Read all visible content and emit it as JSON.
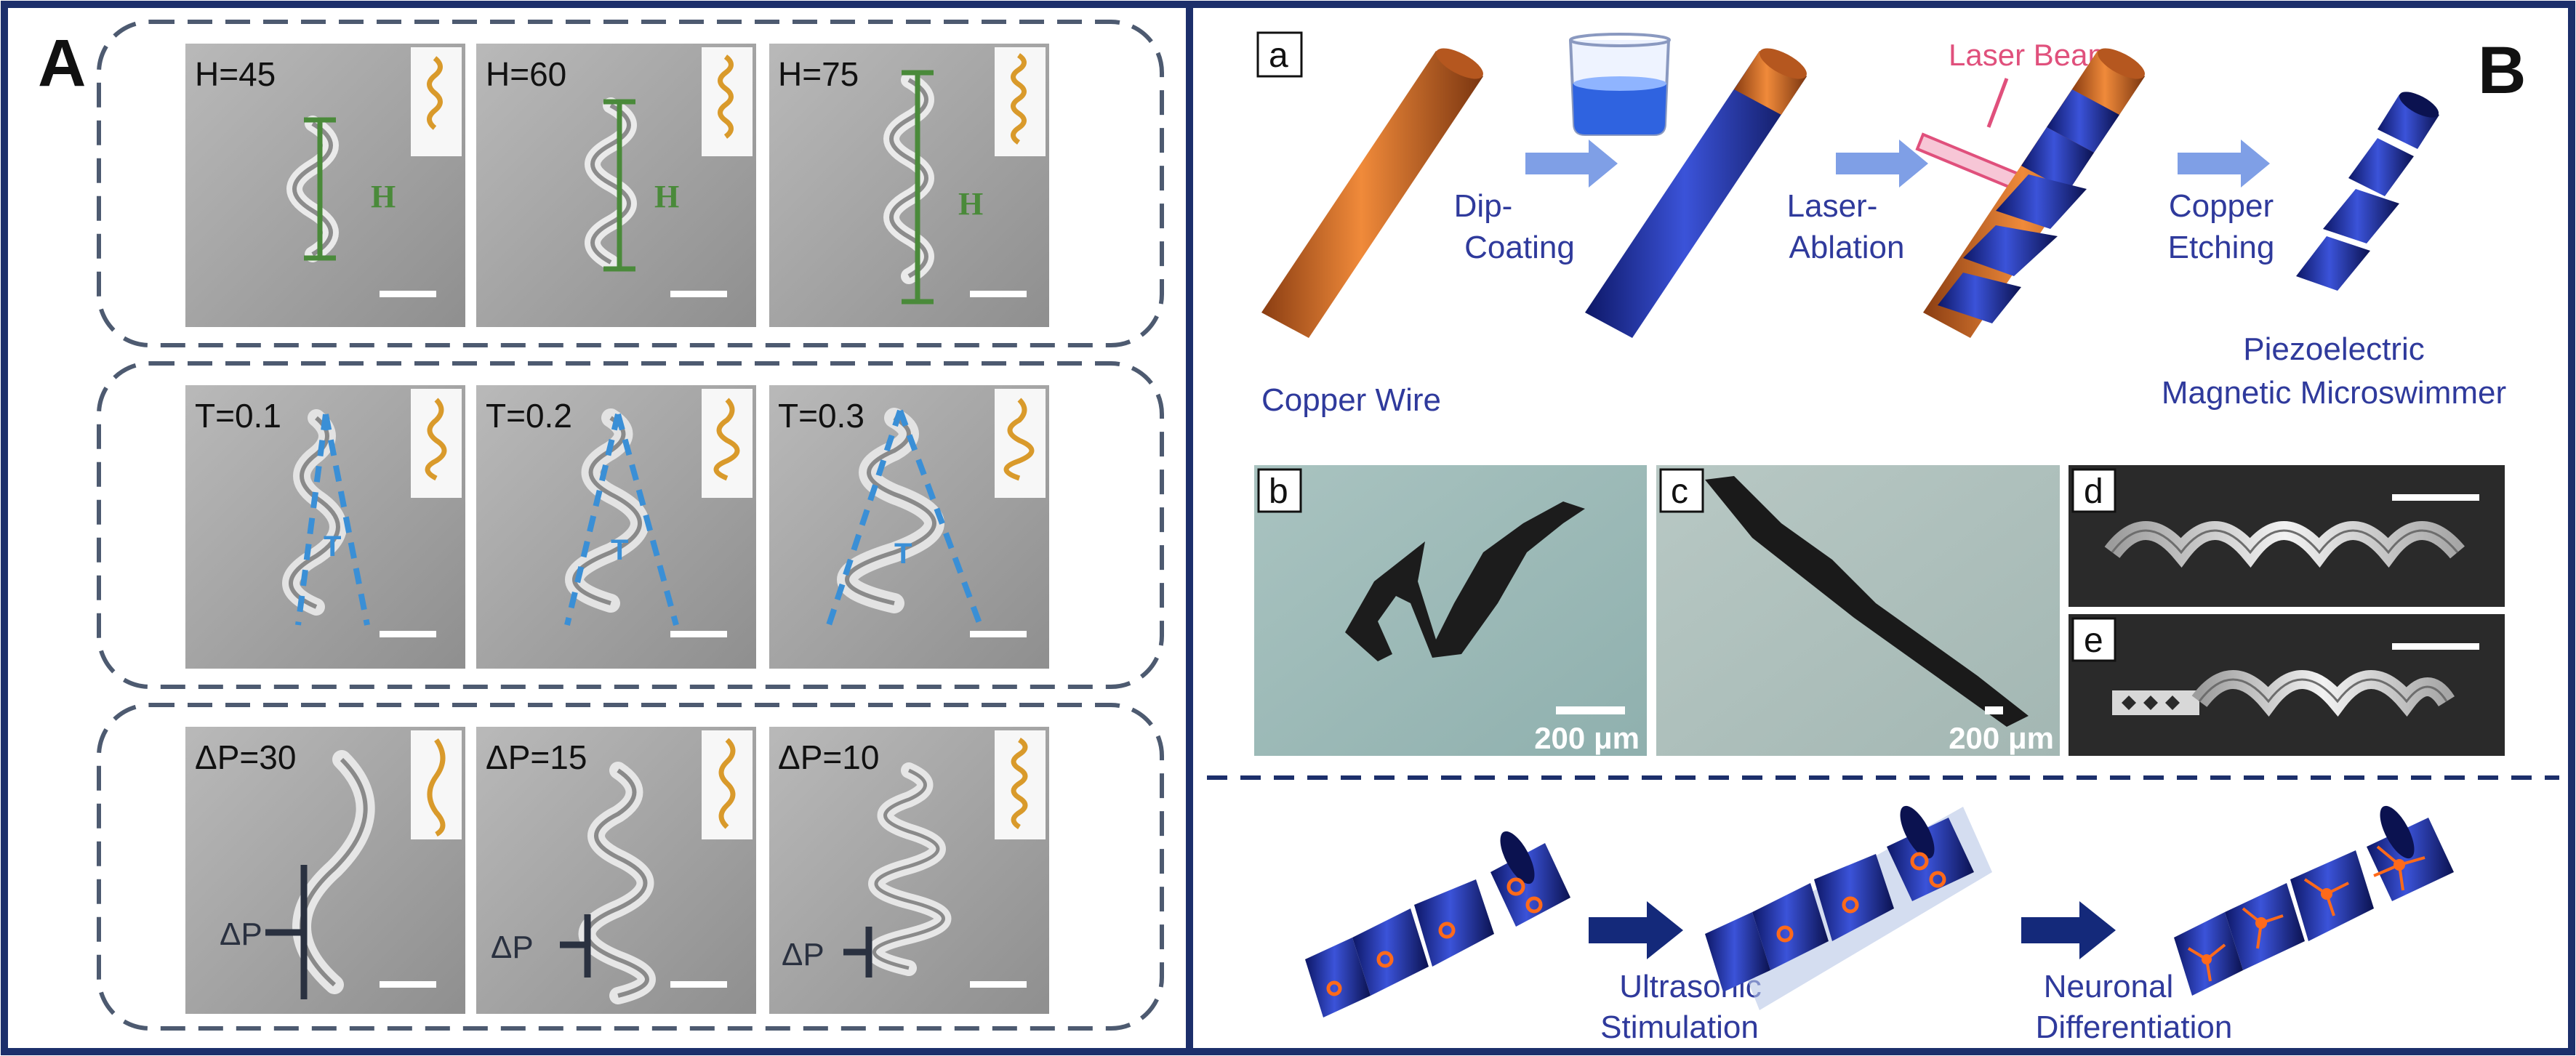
{
  "panel_a": {
    "letter": "A",
    "rows": [
      {
        "items": [
          {
            "label": "H=45"
          },
          {
            "label": "H=60"
          },
          {
            "label": "H=75"
          }
        ],
        "dim_letter": "H"
      },
      {
        "items": [
          {
            "label": "T=0.1"
          },
          {
            "label": "T=0.2"
          },
          {
            "label": "T=0.3"
          }
        ],
        "dim_letter": "T"
      },
      {
        "items": [
          {
            "label": "ΔP=30"
          },
          {
            "label": "ΔP=15"
          },
          {
            "label": "ΔP=10"
          }
        ],
        "dim_letter": "ΔP"
      }
    ]
  },
  "panel_b": {
    "letter": "B",
    "sub_a": {
      "letter": "a",
      "copper_wire": "Copper Wire",
      "dip_line1": "Dip-",
      "dip_line2": "Coating",
      "laser_beam": "Laser Beam",
      "ablation_line1": "Laser-",
      "ablation_line2": "Ablation",
      "etch_line1": "Copper",
      "etch_line2": "Etching",
      "product_line1": "Piezoelectric",
      "product_line2": "Magnetic Microswimmer"
    },
    "sub_b": {
      "letter": "b",
      "scale": "200 μm"
    },
    "sub_c": {
      "letter": "c",
      "scale": "200 μm"
    },
    "sub_d": {
      "letter": "d"
    },
    "sub_e": {
      "letter": "e"
    },
    "bottom": {
      "step1_line1": "Ultrasonic",
      "step1_line2": "Stimulation",
      "step2_line1": "Neuronal",
      "step2_line2": "Differentiation"
    }
  },
  "colors": {
    "frame": "#1c2f6b",
    "dash": "#4d5a70",
    "text_blue": "#2f3a9c",
    "copper": "#c8692a",
    "coating": "#1f2f9a",
    "arrow_light": "#7f9fe6",
    "arrow_dark": "#14297a",
    "green": "#4a8a3a",
    "blue_dash": "#3a8fd6",
    "laser": "#e0507c"
  }
}
